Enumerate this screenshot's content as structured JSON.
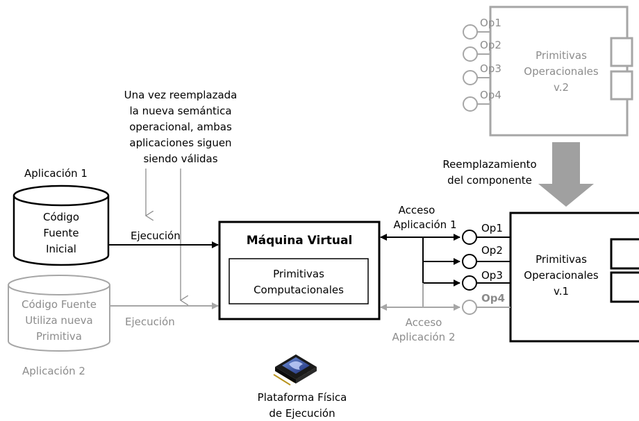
{
  "colors": {
    "dark": "#000000",
    "gray": "#a6a6a6",
    "gray_text": "#8c8c8c",
    "arrow_fill": "#a0a0a0"
  },
  "note": {
    "lines": [
      "Una vez reemplazada",
      "la nueva semántica",
      "operacional, ambas",
      "aplicaciones siguen",
      "siendo válidas"
    ]
  },
  "app1": {
    "label": "Aplicación 1",
    "db_lines": [
      "Código",
      "Fuente",
      "Inicial"
    ],
    "exec_label": "Ejecución"
  },
  "app2": {
    "label": "Aplicación 2",
    "db_lines": [
      "Código Fuente",
      "Utiliza nueva",
      "Primitiva"
    ],
    "exec_label": "Ejecución"
  },
  "vm": {
    "title": "Máquina Virtual",
    "inner_lines": [
      "Primitivas",
      "Computacionales"
    ]
  },
  "access1": {
    "lines": [
      "Acceso",
      "Aplicación 1"
    ]
  },
  "access2": {
    "lines": [
      "Acceso",
      "Aplicación 2"
    ]
  },
  "replace": {
    "lines": [
      "Reemplazamiento",
      "del componente"
    ]
  },
  "component_v2": {
    "lines": [
      "Primitivas",
      "Operacionales",
      "v.2"
    ],
    "ops": [
      "Op1",
      "Op2",
      "Op3",
      "Op4"
    ]
  },
  "component_v1": {
    "lines": [
      "Primitivas",
      "Operacionales",
      "v.1"
    ],
    "ops": [
      "Op1",
      "Op2",
      "Op3",
      "Op4"
    ]
  },
  "platform": {
    "lines": [
      "Plataforma Física",
      "de Ejecución"
    ],
    "icon": "chip-icon"
  }
}
